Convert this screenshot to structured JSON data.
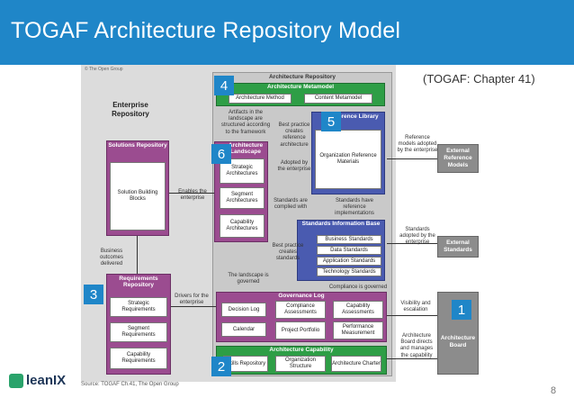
{
  "title": "TOGAF Architecture Repository Model",
  "chapter_ref": "(TOGAF: Chapter 41)",
  "copyright": "© The Open Group",
  "source": "Source: TOGAF Ch.41, The Open Group",
  "page_number": "8",
  "logo_text": "leanIX",
  "enterprise_repository": "Enterprise Repository",
  "architecture_repository": "Architecture Repository",
  "metamodel": {
    "header": "Architecture Metamodel",
    "items": [
      "Architecture Method",
      "Content Metamodel"
    ]
  },
  "landscape": {
    "header": "Architecture Landscape",
    "items": [
      "Strategic Architectures",
      "Segment Architectures",
      "Capability Architectures"
    ]
  },
  "reference_library": {
    "header": "Reference Library",
    "item": "Organization Reference Materials"
  },
  "standards": {
    "header": "Standards Information Base",
    "items": [
      "Business Standards",
      "Data Standards",
      "Application Standards",
      "Technology Standards"
    ]
  },
  "governance": {
    "header": "Governance Log",
    "items": [
      "Decision Log",
      "Compliance Assessments",
      "Capability Assessments",
      "Calendar",
      "Project Portfolio",
      "Performance Measurement"
    ]
  },
  "capability": {
    "header": "Architecture Capability",
    "items": [
      "Skills Repository",
      "Organization Structure",
      "Architecture Charter"
    ]
  },
  "solutions": {
    "header": "Solutions Repository",
    "item": "Solution Building Blocks"
  },
  "requirements": {
    "header": "Requirements Repository",
    "items": [
      "Strategic Requirements",
      "Segment Requirements",
      "Capability Requirements"
    ]
  },
  "external": [
    "External Reference Models",
    "External Standards",
    "Architecture Board"
  ],
  "annotations": {
    "artifacts": "Artifacts in the landscape are structured according to the framework",
    "best_practice_ref": "Best practice creates reference architecture",
    "adopted": "Adopted by the enterprise",
    "standards_ref": "Standards have reference implementations",
    "standards_compiled": "Standards are complied with",
    "best_practice_std": "Best practice creates standards",
    "enables": "Enables the enterprise",
    "business_outcomes": "Business outcomes delivered",
    "landscape_governed": "The landscape is governed",
    "compliance_governed": "Compliance is governed",
    "drivers": "Drivers for the enterprise",
    "ref_models": "Reference models adopted by the enterprise",
    "standards_adopted": "Standards adopted by the enterprise",
    "visibility": "Visibility and escalation",
    "board_directs": "Architecture Board directs and manages the capability"
  },
  "numbers": [
    "1",
    "2",
    "3",
    "4",
    "5",
    "6"
  ]
}
